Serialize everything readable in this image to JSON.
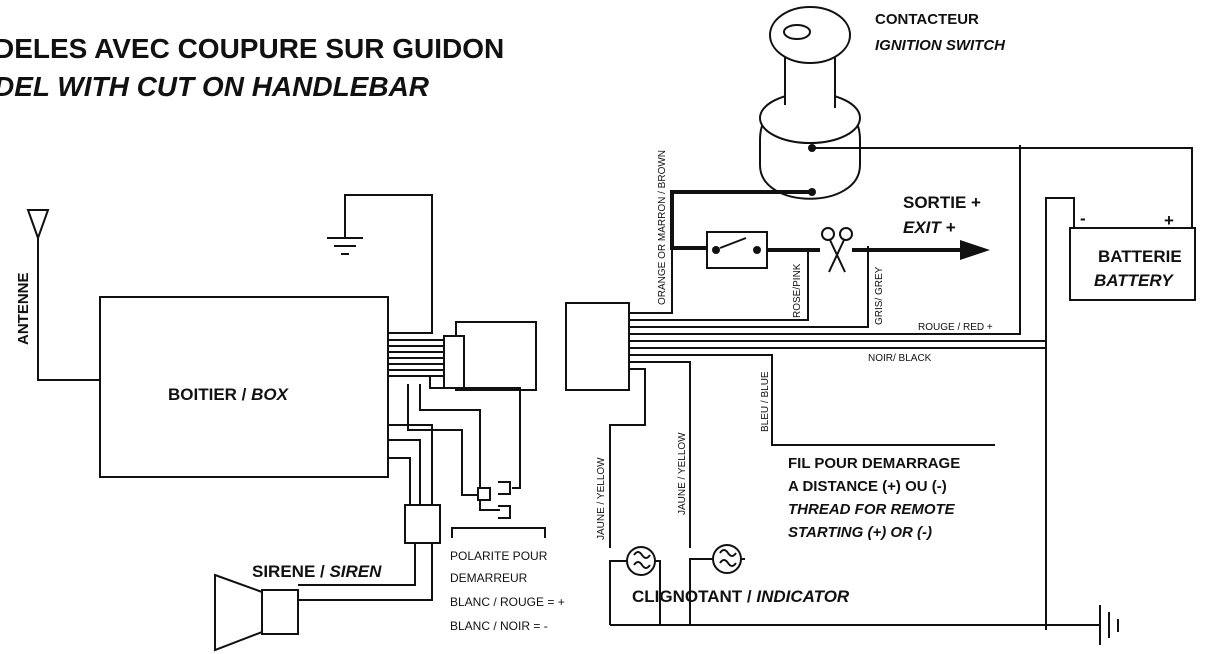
{
  "title": {
    "line1": "DELES AVEC COUPURE SUR GUIDON",
    "line2": "DEL WITH CUT ON HANDLEBAR"
  },
  "contacteur": {
    "fr": "CONTACTEUR",
    "en": "IGNITION SWITCH"
  },
  "antenna": {
    "label": "ANTENNE"
  },
  "box": {
    "fr": "BOITIER / ",
    "en": "BOX"
  },
  "sortie": {
    "fr": "SORTIE +",
    "en": "EXIT +"
  },
  "battery": {
    "fr": "BATTERIE",
    "en": "BATTERY",
    "minus": "-",
    "plus": "+"
  },
  "wires": {
    "orange": "ORANGE OR MARRON / BROWN",
    "rose": "ROSE/PINK",
    "gris": "GRIS/ GREY",
    "rouge": "ROUGE / RED +",
    "noir": "NOIR/ BLACK",
    "bleu": "BLEU / BLUE",
    "jaune1": "JAUNE / YELLOW",
    "jaune2": "JAUNE / YELLOW"
  },
  "remote": {
    "line1": "FIL POUR DEMARRAGE",
    "line2": "A DISTANCE (+) OU (-)",
    "line3": "THREAD FOR REMOTE",
    "line4": "STARTING (+) OR (-)"
  },
  "siren": {
    "fr": "SIRENE / ",
    "en": "SIREN"
  },
  "polarite": {
    "line1": "POLARITE POUR",
    "line2": "DEMARREUR",
    "line3": "BLANC / ROUGE = +",
    "line4": "BLANC / NOIR = -"
  },
  "indicator": {
    "fr": "CLIGNOTANT / ",
    "en": "INDICATOR"
  }
}
